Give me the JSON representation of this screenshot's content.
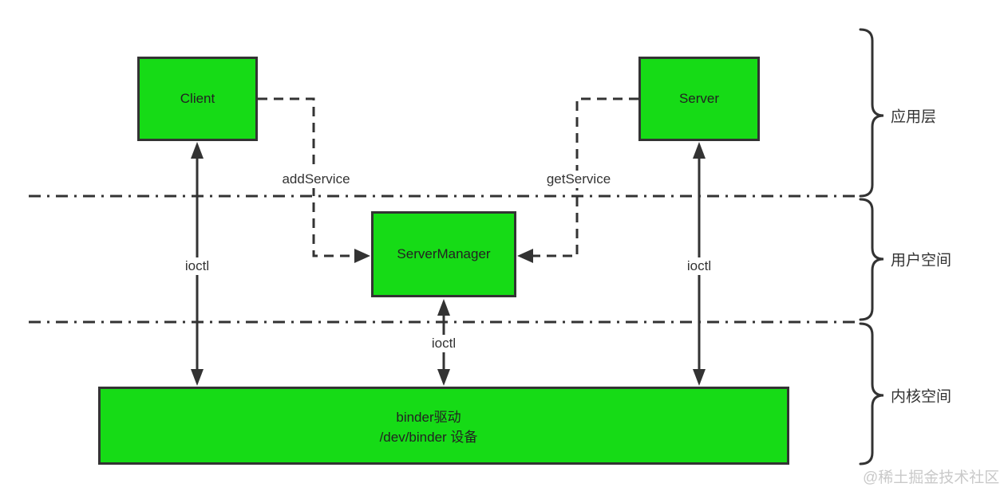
{
  "nodes": {
    "client": "Client",
    "server": "Server",
    "server_manager": "ServerManager",
    "binder_driver_line1": "binder驱动",
    "binder_driver_line2": "/dev/binder 设备"
  },
  "edges": {
    "add_service_label": "addService",
    "get_service_label": "getService",
    "client_ioctl_label": "ioctl",
    "server_manager_ioctl_label": "ioctl",
    "server_ioctl_label": "ioctl"
  },
  "layers": {
    "application_layer": "应用层",
    "user_space": "用户空间",
    "kernel_space": "内核空间"
  },
  "watermark": "@稀土掘金技术社区",
  "colors": {
    "node_fill": "#16DB16",
    "stroke": "#333333",
    "text": "#333333",
    "watermark": "#C9C9C9",
    "background": "#FFFFFF"
  }
}
